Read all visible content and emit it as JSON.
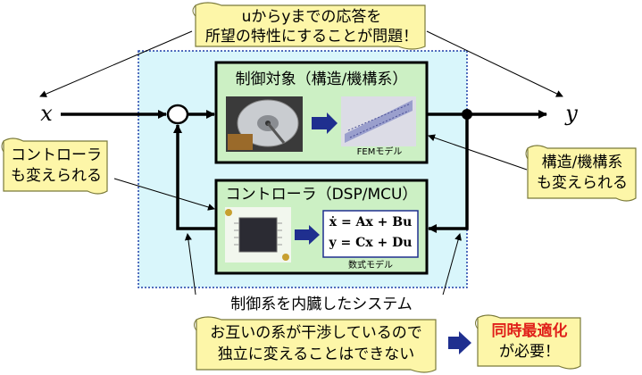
{
  "diagram": {
    "top_note": {
      "line1": "uからyまでの応答を",
      "line2": "所望の特性にすることが問題！"
    },
    "input_signal": "x",
    "output_signal": "y",
    "plant_block": {
      "title": "制御対象（構造/機構系）",
      "model_caption": "FEMモデル"
    },
    "controller_block": {
      "title": "コントローラ（DSP/MCU）",
      "eq1": "ẋ = Ax + Bu",
      "eq2": "y = Cx + Du",
      "model_caption": "数式モデル"
    },
    "left_note": {
      "line1": "コントローラ",
      "line2": "も変えられる"
    },
    "right_note": {
      "line1": "構造/機構系",
      "line2": "も変えられる"
    },
    "system_caption": "制御系を内臓したシステム",
    "bottom_note": {
      "line1": "お互いの系が干渉しているので",
      "line2": "独立に変えることはできない"
    },
    "conclusion_note": {
      "highlight": "同時最適化",
      "rest": "が必要！"
    },
    "colors": {
      "scroll_fill": "#fdf6a8",
      "scroll_stroke": "#7a7a3a",
      "region_fill": "#d9f6fb",
      "region_border": "#1f3fa8",
      "block_fill": "#ccf0c4",
      "arrow_blue": "#1f2f8f",
      "highlight_red": "#e0201a"
    }
  }
}
